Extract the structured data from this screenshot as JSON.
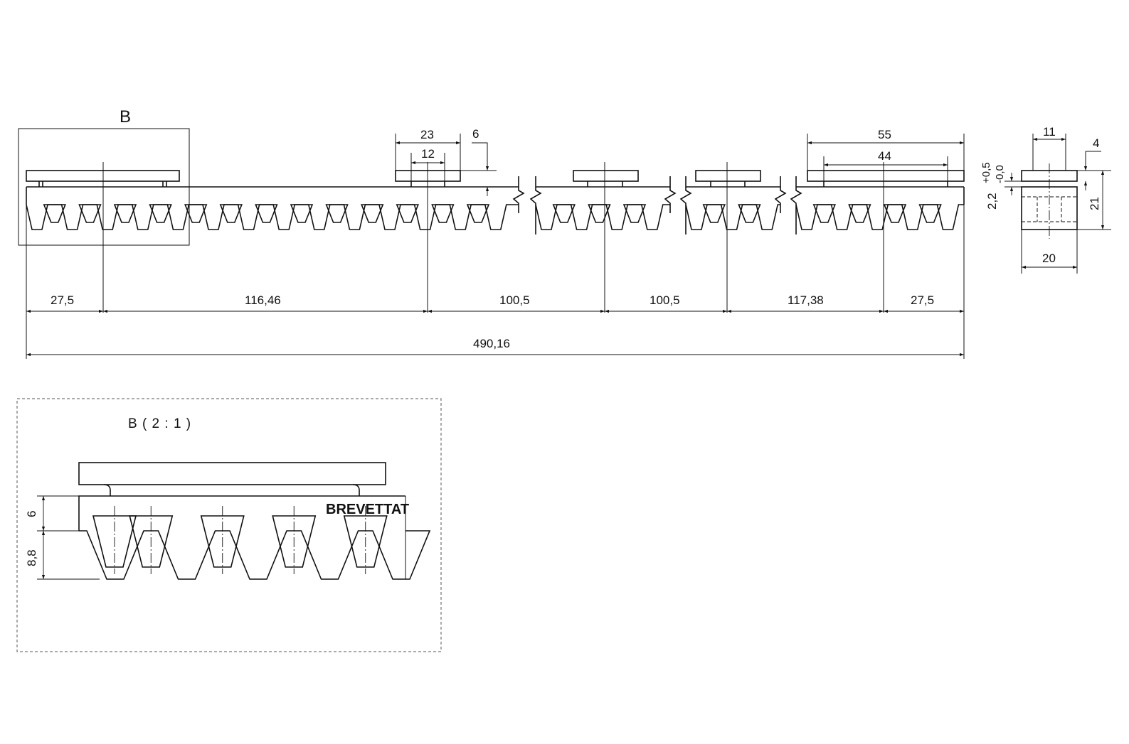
{
  "view_label": "B",
  "detail_label": "B ( 2 : 1 )",
  "brand_text": "BREVETTAT",
  "dims": {
    "offset_left": "27,5",
    "span_1": "116,46",
    "span_2": "100,5",
    "span_3": "100,5",
    "span_4": "117,38",
    "offset_right": "27,5",
    "total_length": "490,16",
    "clip_width": "23",
    "clip_inner": "12",
    "clip_depth": "6",
    "end_clip_width": "55",
    "end_clip_inner": "44",
    "side_top": "11",
    "side_offset": "4",
    "side_height": "21",
    "side_width": "20",
    "side_tolerance": "2,2",
    "tol_plus": "+0,5",
    "tol_minus": "-0,0",
    "detail_top": "6",
    "detail_tooth": "8,8"
  }
}
